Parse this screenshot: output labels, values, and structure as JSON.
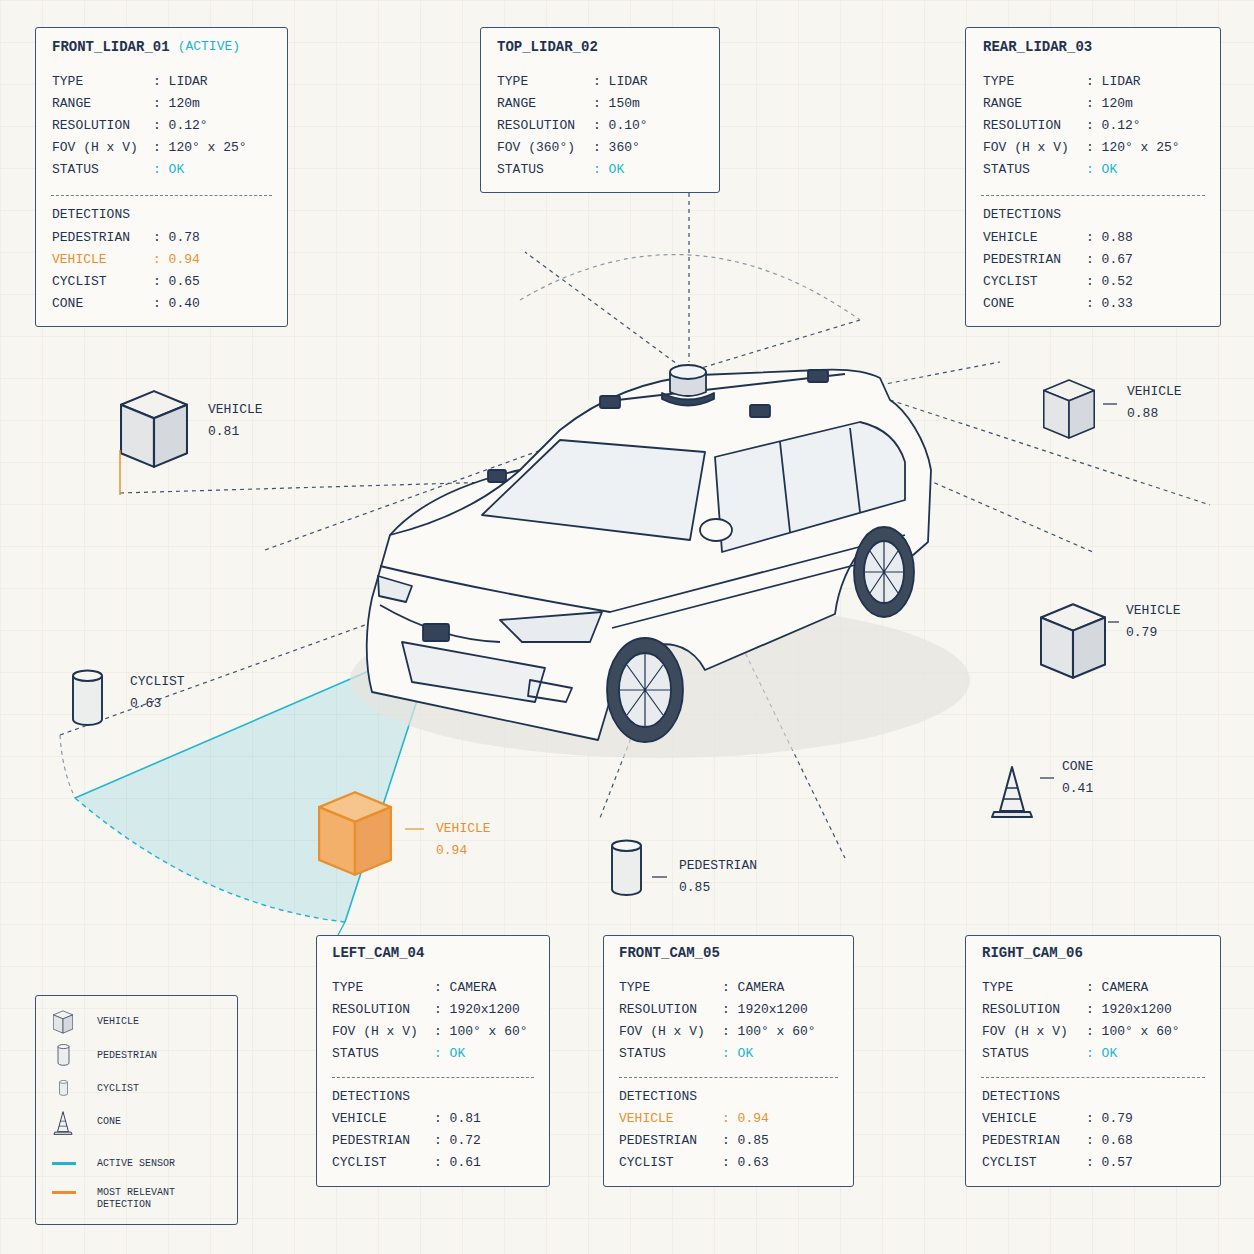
{
  "diagram": {
    "nodes": [
      {
        "text": [
          "FRONT_LIDAR_01",
          "(ACTIVE)",
          "TYPE",
          ": LIDAR",
          "RANGE",
          ": 120m",
          "RESOLUTION",
          ": 0.12°",
          "FOV (H x V)",
          ": 120° x 25°",
          "STATUS",
          ": OK",
          "DETECTIONS",
          "PEDESTRIAN",
          ": 0.78",
          "VEHICLE",
          ": 0.94",
          "CYCLIST",
          ": 0.65",
          "CONE",
          ": 0.40"
        ]
      },
      {
        "text": [
          "TOP_LIDAR_02",
          "TYPE",
          ": LIDAR",
          "RANGE",
          ": 150m",
          "RESOLUTION",
          ": 0.10°",
          "FOV (360°)",
          ": 360°",
          "STATUS",
          ": OK"
        ]
      },
      {
        "text": [
          "REAR_LIDAR_03",
          "TYPE",
          ": LIDAR",
          "RANGE",
          ": 120m",
          "RESOLUTION",
          ": 0.12°",
          "FOV (H x V)",
          ": 120° x 25°",
          "STATUS",
          ": OK",
          "DETECTIONS",
          "VEHICLE",
          ": 0.88",
          "PEDESTRIAN",
          ": 0.67",
          "CYCLIST",
          ": 0.52",
          "CONE",
          ": 0.33"
        ]
      },
      {
        "text": [
          "LEFT_CAM_04",
          "TYPE",
          ": CAMERA",
          "RESOLUTION",
          ": 1920x1200",
          "FOV (H x V)",
          ": 100° x 60°",
          "STATUS",
          ": OK",
          "DETECTIONS",
          "VEHICLE",
          ": 0.81",
          "PEDESTRIAN",
          ": 0.72",
          "CYCLIST",
          ": 0.61"
        ]
      },
      {
        "text": [
          "FRONT_CAM_05",
          "TYPE",
          ": CAMERA",
          "RESOLUTION",
          ": 1920x1200",
          "FOV (H x V)",
          ": 100° x 60°",
          "STATUS",
          ": OK",
          "DETECTIONS",
          "VEHICLE",
          ": 0.94",
          "PEDESTRIAN",
          ": 0.85",
          "CYCLIST",
          ": 0.63"
        ]
      },
      {
        "text": [
          "RIGHT_CAM_06",
          "TYPE",
          ": CAMERA",
          "RESOLUTION",
          ": 1920x1200",
          "FOV (H x V)",
          ": 100° x 60°",
          "STATUS",
          ": OK",
          "DETECTIONS",
          "VEHICLE",
          ": 0.79",
          "PEDESTRIAN",
          ": 0.68",
          "CYCLIST",
          ": 0.57"
        ]
      }
    ],
    "labels": [
      "VEHICLE",
      "0.88",
      "VEHICLE",
      "0.81",
      "VEHICLE",
      "0.79",
      "CYCLIST",
      "0.63",
      "CONE",
      "0.41",
      "VEHICLE",
      "0.94",
      "PEDESTRIAN",
      "0.85"
    ],
    "legend": [
      {
        "text": "VEHICLE"
      },
      {
        "text": "PEDESTRIAN"
      },
      {
        "text": "CYCLIST"
      },
      {
        "text": "CONE"
      },
      {
        "text": "ACTIVE SENSOR",
        "color": "#22b5cf"
      },
      {
        "text": "MOST RELEVANT DETECTION",
        "color": "#e8902e"
      }
    ]
  }
}
